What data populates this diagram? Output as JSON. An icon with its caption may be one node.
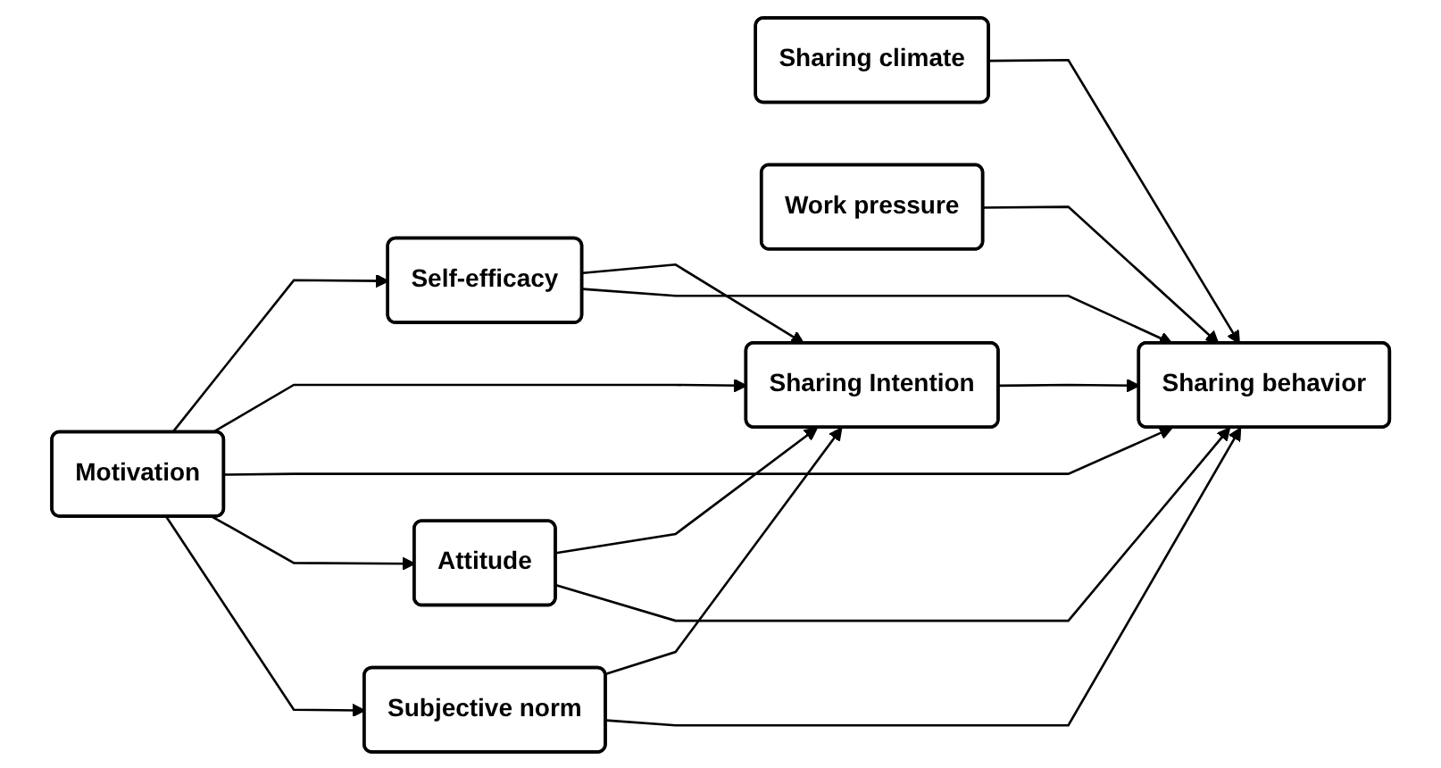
{
  "diagram": {
    "nodes": [
      {
        "text": [
          "Motivation"
        ]
      },
      {
        "text": [
          "Self-efficacy"
        ]
      },
      {
        "text": [
          "Attitude"
        ]
      },
      {
        "text": [
          "Subjective norm"
        ]
      },
      {
        "text": [
          "Sharing Intention"
        ]
      },
      {
        "text": [
          "Sharing behavior"
        ]
      },
      {
        "text": [
          "Sharing climate"
        ]
      },
      {
        "text": [
          "Work pressure"
        ]
      }
    ],
    "edges": [
      {
        "from": 0,
        "to": 1,
        "arrow": "to"
      },
      {
        "from": 0,
        "to": 4,
        "arrow": "to"
      },
      {
        "from": 0,
        "to": 5,
        "arrow": "to"
      },
      {
        "from": 0,
        "to": 2,
        "arrow": "to"
      },
      {
        "from": 0,
        "to": 3,
        "arrow": "to"
      },
      {
        "from": 1,
        "to": 4,
        "arrow": "to"
      },
      {
        "from": 1,
        "to": 5,
        "arrow": "to"
      },
      {
        "from": 2,
        "to": 4,
        "arrow": "to"
      },
      {
        "from": 2,
        "to": 5,
        "arrow": "to"
      },
      {
        "from": 3,
        "to": 4,
        "arrow": "to"
      },
      {
        "from": 3,
        "to": 5,
        "arrow": "to"
      },
      {
        "from": 4,
        "to": 5,
        "arrow": "to"
      },
      {
        "from": 6,
        "to": 5,
        "arrow": "to"
      },
      {
        "from": 7,
        "to": 5,
        "arrow": "to"
      }
    ]
  }
}
